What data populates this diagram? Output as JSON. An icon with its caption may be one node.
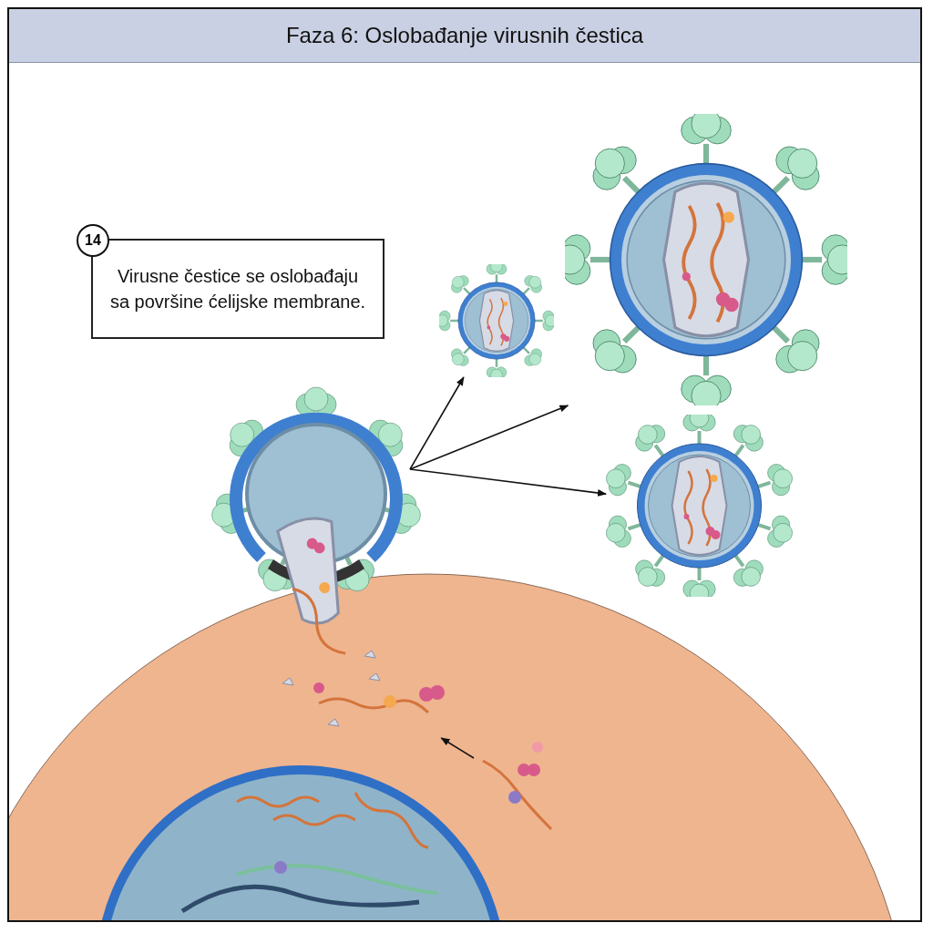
{
  "diagram": {
    "title": "Faza 6: Oslobađanje virusnih čestica",
    "nodes": [
      {
        "text": [
          "14",
          "Virusne čestice se oslobađaju sa površine ćelijske membrane."
        ]
      },
      {
        "text": [],
        "shape": "picture"
      },
      {
        "text": [],
        "shape": "picture"
      },
      {
        "text": [],
        "shape": "picture"
      },
      {
        "text": [],
        "shape": "picture"
      },
      {
        "text": [],
        "shape": "picture"
      },
      {
        "text": [],
        "shape": "picture"
      }
    ],
    "edges": [
      {
        "from": 1,
        "to": 2,
        "arrow": "to"
      },
      {
        "from": 1,
        "to": 3,
        "arrow": "to"
      },
      {
        "from": 1,
        "to": 4,
        "arrow": "to"
      },
      {
        "from": 6,
        "to": 5,
        "arrow": "to"
      }
    ]
  }
}
